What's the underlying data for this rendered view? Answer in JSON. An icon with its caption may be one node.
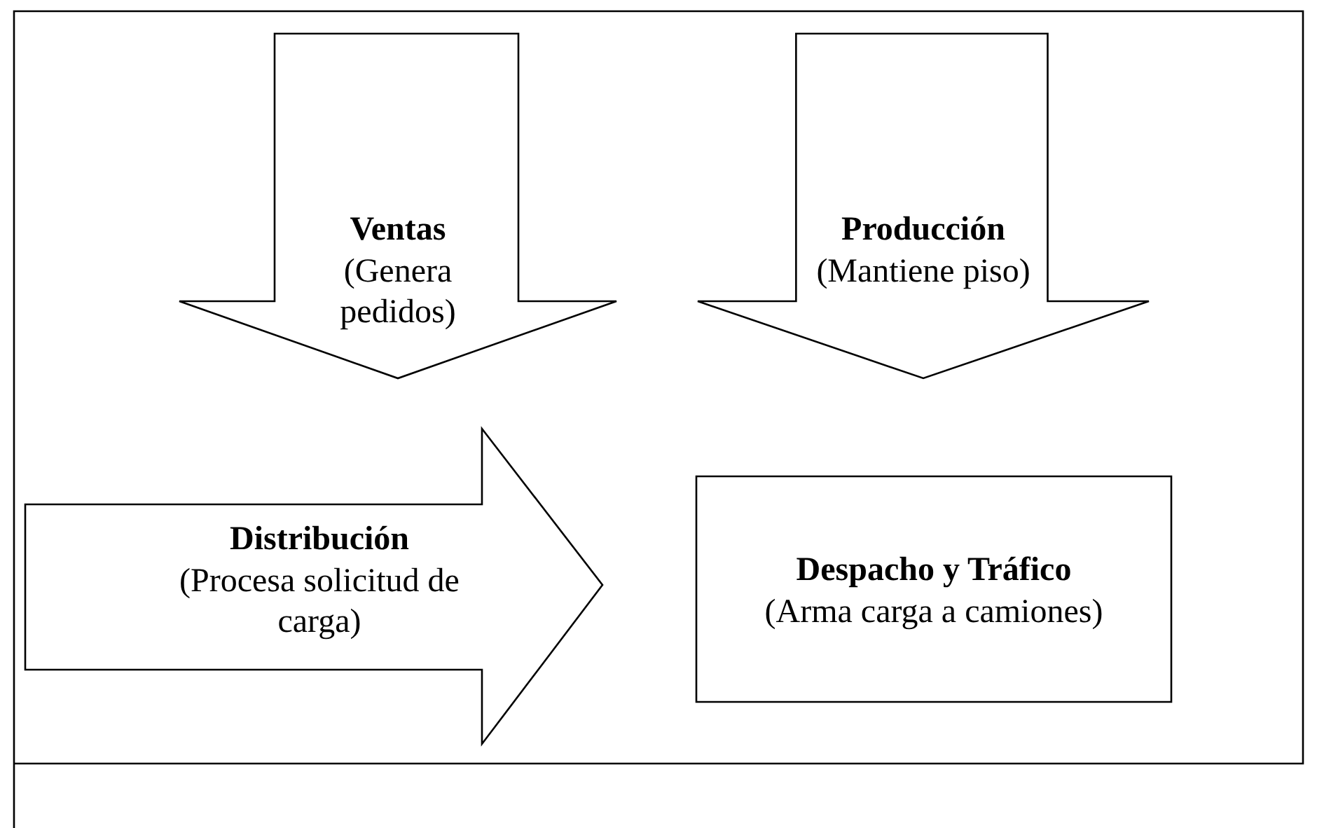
{
  "diagram": {
    "nodes": [
      {
        "text": [
          "Ventas",
          "(Genera pedidos)"
        ]
      },
      {
        "text": [
          "Producción",
          "(Mantiene piso)"
        ]
      },
      {
        "text": [
          "Distribución",
          "(Procesa solicitud de carga)"
        ]
      },
      {
        "text": [
          "Despacho y Tráfico",
          "(Arma carga a camiones)"
        ]
      }
    ]
  }
}
